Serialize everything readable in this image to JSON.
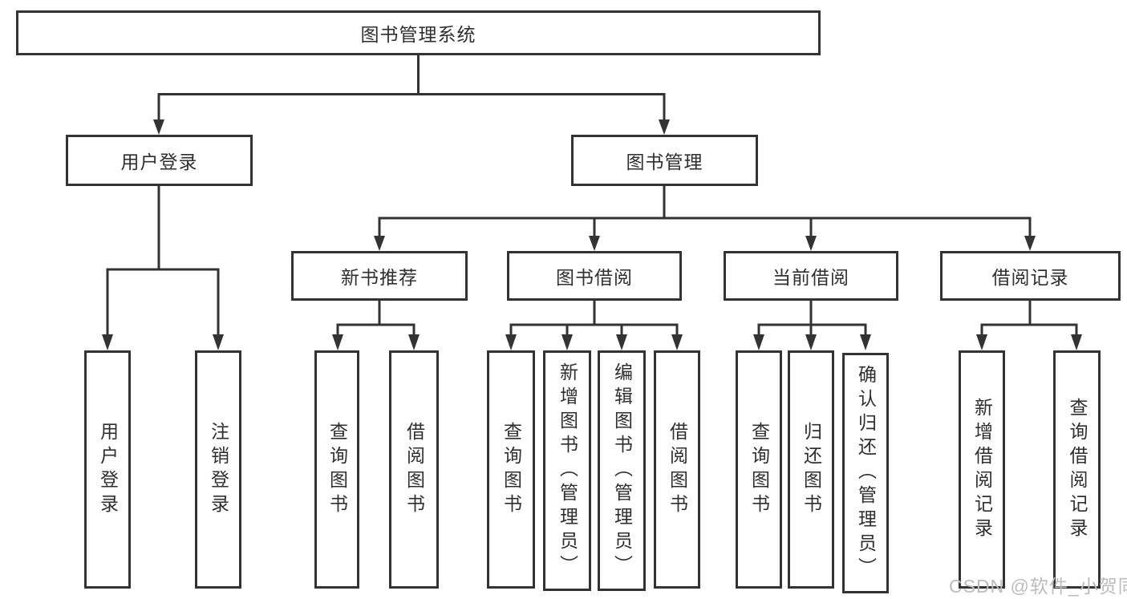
{
  "diagram": {
    "root": {
      "label": "图书管理系统"
    },
    "branches": [
      {
        "label": "用户登录",
        "children": [
          {
            "label": "用户登录"
          },
          {
            "label": "注销登录"
          }
        ]
      },
      {
        "label": "图书管理",
        "children": [
          {
            "label": "新书推荐",
            "children": [
              {
                "label": "查询图书"
              },
              {
                "label": "借阅图书"
              }
            ]
          },
          {
            "label": "图书借阅",
            "children": [
              {
                "label": "查询图书"
              },
              {
                "label": "新增图书（管理员）"
              },
              {
                "label": "编辑图书（管理员）"
              },
              {
                "label": "借阅图书"
              }
            ]
          },
          {
            "label": "当前借阅",
            "children": [
              {
                "label": "查询图书"
              },
              {
                "label": "归还图书"
              },
              {
                "label": "确认归还（管理员）"
              }
            ]
          },
          {
            "label": "借阅记录",
            "children": [
              {
                "label": "新增借阅记录"
              },
              {
                "label": "查询借阅记录"
              }
            ]
          }
        ]
      }
    ]
  },
  "watermark": {
    "text": "CSDN @软件_小贺同学"
  },
  "colors": {
    "line": "#333333",
    "box_border": "#333333",
    "box_bg": "#ffffff",
    "text": "#2f2f2f",
    "watermark": "#bcbcbc"
  }
}
